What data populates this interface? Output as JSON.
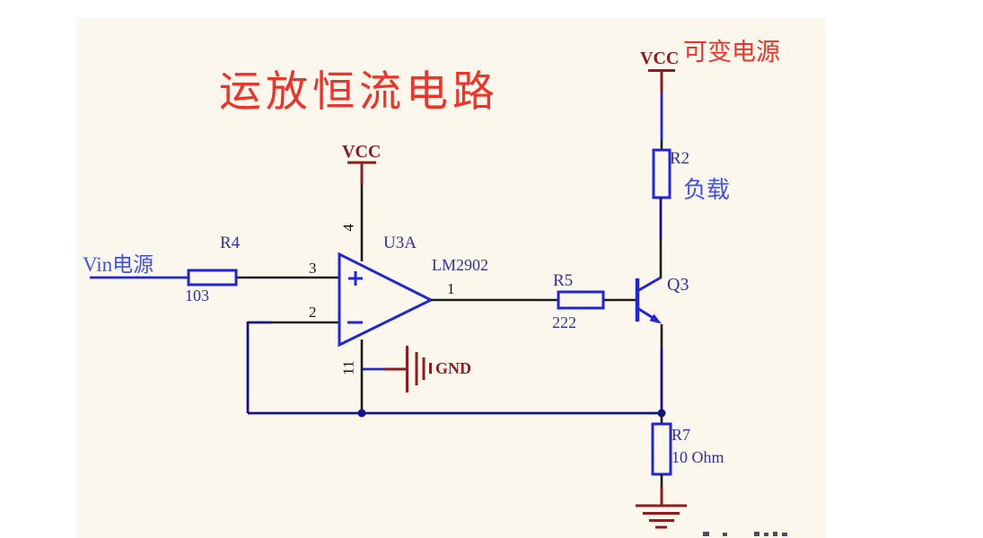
{
  "title": "运放恒流电路",
  "colors": {
    "title_red": "#f03228",
    "power_maroon": "#8e1c1c",
    "component_blue": "#2026d8",
    "label_indigo": "#32329e",
    "note_blue": "#4153e0",
    "wire_navy": "#12128c",
    "wire_black": "#1c1c1e",
    "canvas_cream": "#fcf7ed"
  },
  "schematic": {
    "power": {
      "vcc_top_label": "VCC",
      "vcc_top_note": "可变电源",
      "vcc_opamp_label": "VCC",
      "gnd_label": "GND"
    },
    "input": {
      "vin_label": "Vin电源"
    },
    "opamp": {
      "ref": "U3A",
      "part": "LM2902",
      "pins": {
        "in_pos": "3",
        "in_neg": "2",
        "out": "1",
        "vcc": "4",
        "gnd": "11"
      }
    },
    "r4": {
      "ref": "R4",
      "value": "103"
    },
    "r5": {
      "ref": "R5",
      "value": "222"
    },
    "r2": {
      "ref": "R2",
      "note": "负载"
    },
    "r7": {
      "ref": "R7",
      "value": "10 Ohm"
    },
    "q3": {
      "ref": "Q3"
    }
  }
}
